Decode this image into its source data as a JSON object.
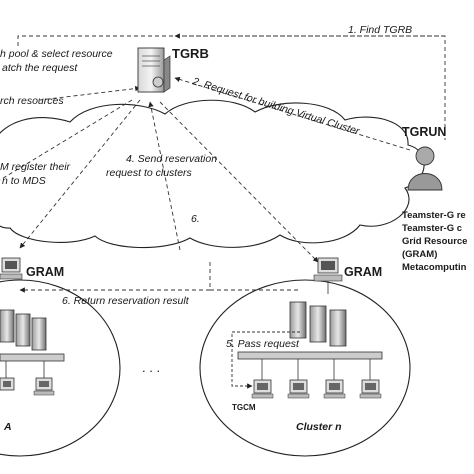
{
  "steps": {
    "find_tgrb": "1. Find TGRB",
    "request_build": "2. Request for building Virtual Cluster",
    "search_resources": "rch resources",
    "search_pool_1": "h pool & select resource",
    "search_pool_2": "atch the request",
    "register_1": "M register their",
    "register_2": "n to MDS",
    "send_reservation_1": "4. Send reservation",
    "send_reservation_2": "request to clusters",
    "step6": "6.",
    "return_result": "6. Return reservation result",
    "pass_request": "5. Pass request"
  },
  "nodes": {
    "tgrb": "TGRB",
    "tgrun": "TGRUN",
    "gram_left": "GRAM",
    "gram_right": "GRAM",
    "tgcm": "TGCM",
    "cluster_left": "A",
    "cluster_right": "Cluster n",
    "ellipsis": ". . ."
  },
  "legend": [
    "Teamster-G re",
    "Teamster-G c",
    "Grid Resource",
    "(GRAM)",
    "Metacomputin"
  ]
}
